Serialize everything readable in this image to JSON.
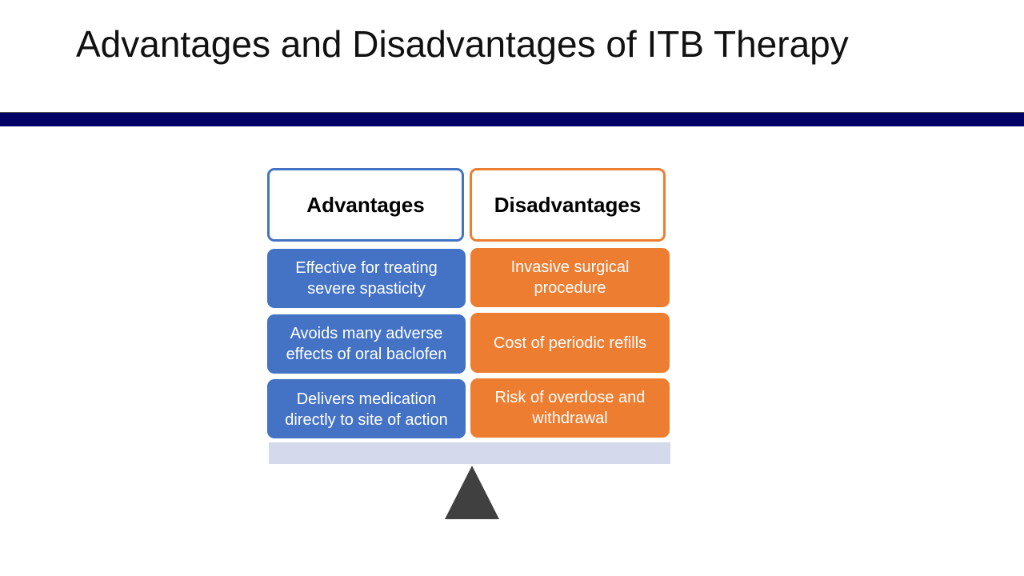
{
  "title": "Advantages and Disadvantages of ITB Therapy",
  "advantages": {
    "heading": "Advantages",
    "items": [
      "Effective for treating severe spasticity",
      "Avoids many adverse effects of oral baclofen",
      "Delivers medication directly to site of action"
    ]
  },
  "disadvantages": {
    "heading": "Disadvantages",
    "items": [
      "Invasive surgical procedure",
      "Cost of periodic refills",
      "Risk of overdose and withdrawal"
    ]
  },
  "colors": {
    "title_bar": "#000066",
    "advantages": "#4472c4",
    "disadvantages": "#ed7d31",
    "beam": "#d5d9ec",
    "fulcrum": "#404040"
  }
}
